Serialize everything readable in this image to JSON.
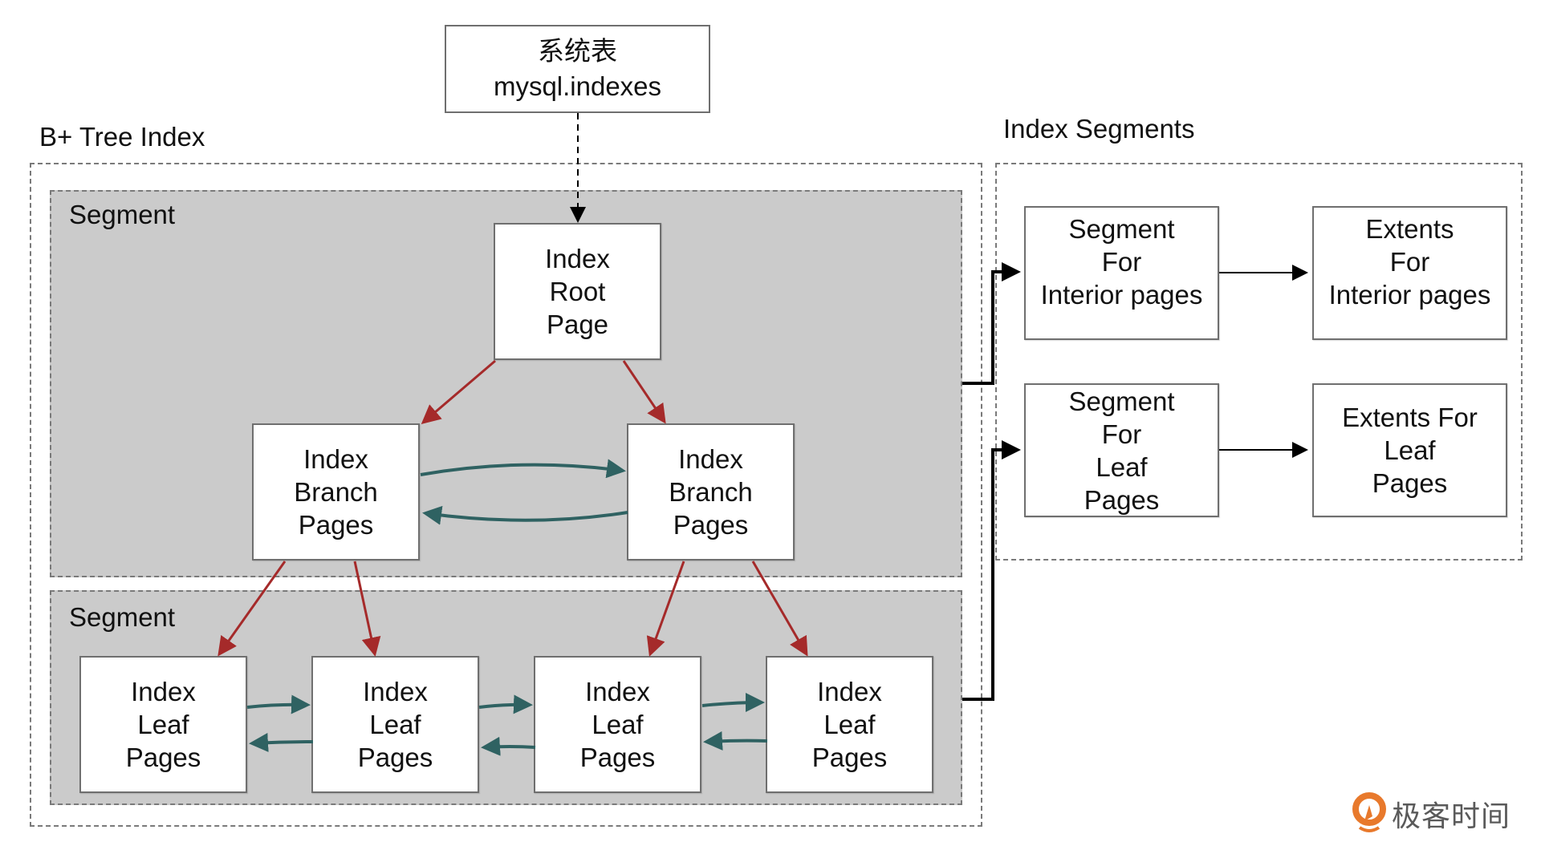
{
  "colors": {
    "segment_fill": "#cbcbcb",
    "tree_arrow": "#a52a2a",
    "sibling_arrow": "#2f6262",
    "connector": "#000000",
    "logo_orange": "#e8792c",
    "logo_text": "#5a5a5a"
  },
  "system_table": {
    "line1": "系统表",
    "line2": "mysql.indexes"
  },
  "btree": {
    "title": "B+ Tree Index",
    "segment_top_label": "Segment",
    "segment_bottom_label": "Segment",
    "root": [
      "Index",
      "Root",
      "Page"
    ],
    "branches": [
      [
        "Index",
        "Branch",
        "Pages"
      ],
      [
        "Index",
        "Branch",
        "Pages"
      ]
    ],
    "leaves": [
      [
        "Index",
        "Leaf",
        "Pages"
      ],
      [
        "Index",
        "Leaf",
        "Pages"
      ],
      [
        "Index",
        "Leaf",
        "Pages"
      ],
      [
        "Index",
        "Leaf",
        "Pages"
      ]
    ]
  },
  "index_segments": {
    "title": "Index Segments",
    "segment_interior": [
      "Segment",
      "For",
      "Interior pages"
    ],
    "extents_interior": [
      "Extents",
      "For",
      "Interior pages"
    ],
    "segment_leaf": [
      "Segment",
      "For",
      "Leaf",
      "Pages"
    ],
    "extents_leaf": [
      "Extents For",
      "Leaf",
      "Pages"
    ]
  },
  "watermark": {
    "icon": "geektime-logo-icon",
    "text": "极客时间"
  }
}
